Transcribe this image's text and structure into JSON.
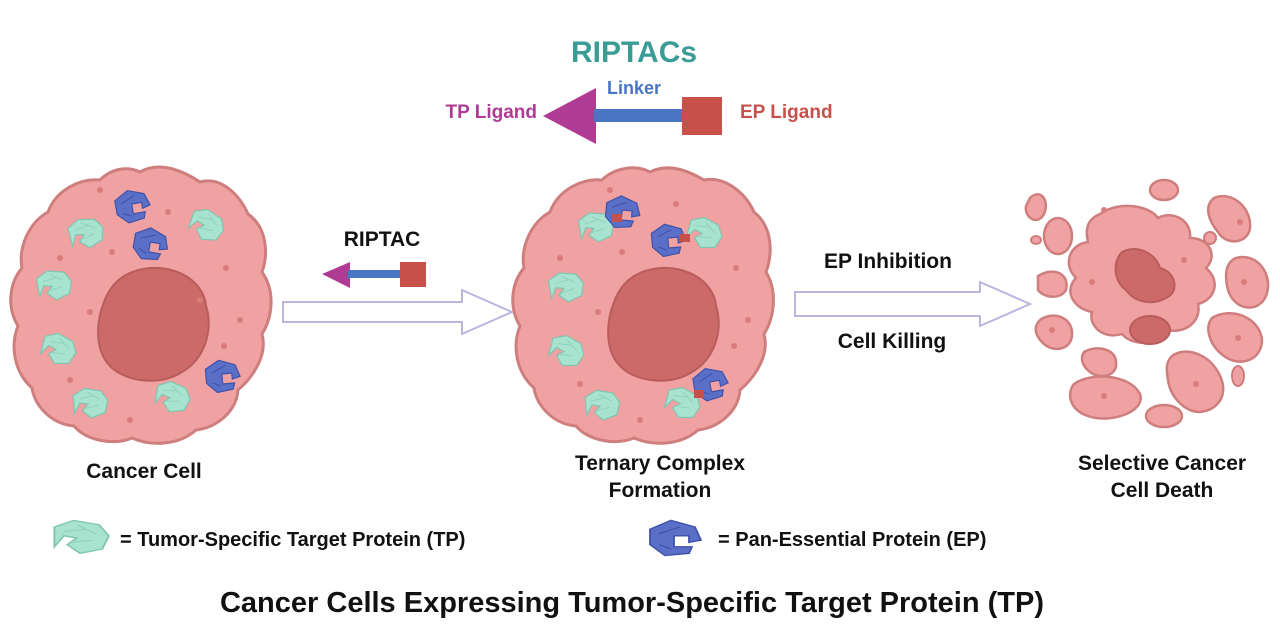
{
  "header": {
    "title": "RIPTACs",
    "linker_label": "Linker",
    "tp_ligand_label": "TP Ligand",
    "ep_ligand_label": "EP Ligand"
  },
  "steps": {
    "riptac_label": "RIPTAC",
    "ep_inhibition_label": "EP Inhibition",
    "cell_killing_label": "Cell Killing"
  },
  "cells": {
    "cancer_cell_label": "Cancer Cell",
    "ternary_line1": "Ternary Complex",
    "ternary_line2": "Formation",
    "death_line1": "Selective Cancer",
    "death_line2": "Cell Death"
  },
  "legend": {
    "tp_text": "= Tumor-Specific Target Protein (TP)",
    "ep_text": "= Pan-Essential Protein (EP)"
  },
  "footer": {
    "caption": "Cancer Cells Expressing Tumor-Specific Target Protein (TP)"
  },
  "colors": {
    "title_teal": "#3a9c95",
    "linker_blue": "#4a74c4",
    "tp_magenta": "#b03b94",
    "ep_red": "#c8504a",
    "cell_fill": "#f0a2a2",
    "cell_stroke": "#cf7e7e",
    "nucleus": "#cc6a6a",
    "tp_protein": "#a8e3d0",
    "ep_protein": "#5a6fc8"
  }
}
